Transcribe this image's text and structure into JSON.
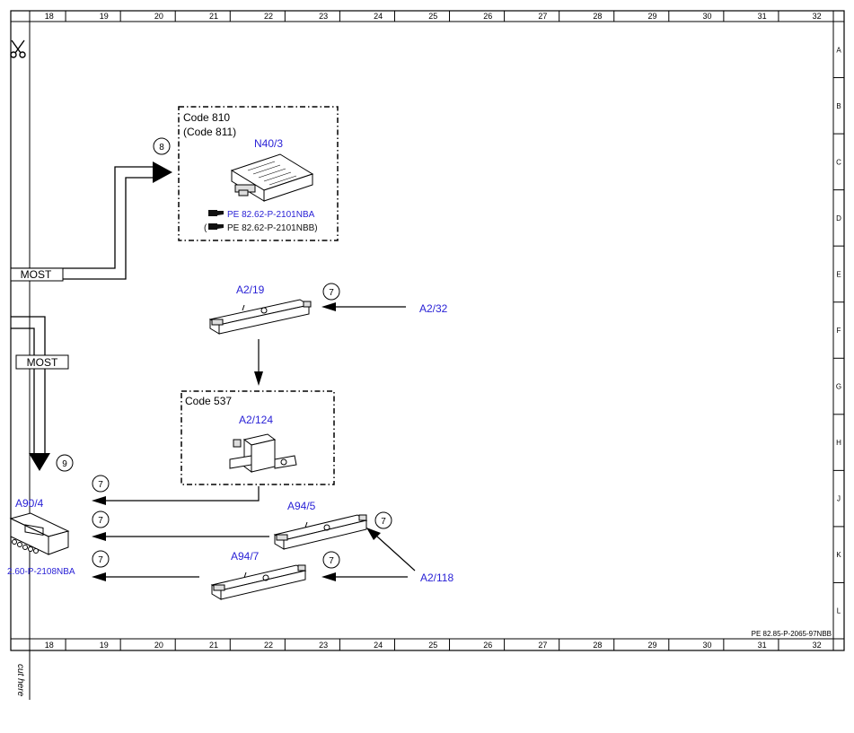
{
  "grid": {
    "columns": [
      "18",
      "19",
      "20",
      "21",
      "22",
      "23",
      "24",
      "25",
      "26",
      "27",
      "28",
      "29",
      "30",
      "31",
      "32"
    ],
    "rows": [
      "A",
      "B",
      "C",
      "D",
      "E",
      "F",
      "G",
      "H",
      "J",
      "K",
      "L"
    ]
  },
  "page_ref": "PE 82.85-P-2065-97NBB",
  "cut_here": "cut here",
  "bus_labels": {
    "most_upper": "MOST",
    "most_lower": "MOST"
  },
  "code810_box": {
    "line1": "Code 810",
    "line2": "(Code 811)"
  },
  "code537_box": {
    "line1": "Code 537"
  },
  "components": {
    "n40_3": "N40/3",
    "a2_19": "A2/19",
    "a2_32": "A2/32",
    "a2_124": "A2/124",
    "a90_4": "A90/4",
    "a94_5": "A94/5",
    "a94_7": "A94/7",
    "a2_118": "A2/118"
  },
  "refs": {
    "n40_3_std": "PE 82.62-P-2101NBA",
    "n40_3_opt": "PE 82.62-P-2101NBB)",
    "n40_3_opt_paren": "(",
    "a90_4_doc": "2.60-P-2108NBA"
  },
  "callouts": {
    "c8": "8",
    "c9": "9",
    "c7_a2_19": "7",
    "c7_a90_top": "7",
    "c7_a90_mid": "7",
    "c7_a90_low": "7",
    "c7_a94_5": "7",
    "c7_a94_7": "7"
  },
  "colors": {
    "component_label": "#2a22d6",
    "line": "#000000"
  },
  "icons": [
    "scissors-icon",
    "document-reference-icon"
  ]
}
